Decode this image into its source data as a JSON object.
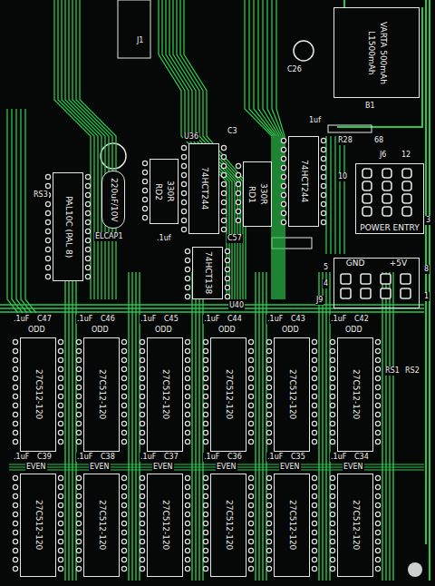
{
  "diagram": {
    "nodes": [
      {
        "text": [
          "L1500mAh",
          "VARTA 500mAh"
        ]
      },
      {
        "text": [
          "POWER ENTRY"
        ]
      },
      {
        "text": [
          "GND",
          "+5V"
        ]
      },
      {
        "text": [
          "74HCT244"
        ]
      },
      {
        "text": [
          "74HCT244"
        ]
      },
      {
        "text": [
          "RD2",
          "330R"
        ]
      },
      {
        "text": [
          "RD1",
          "330R"
        ]
      },
      {
        "text": [
          "74HCT138"
        ]
      },
      {
        "text": [
          "220uF/10V"
        ]
      },
      {
        "text": [
          "PAL10C (PAL 8)"
        ]
      },
      {
        "text": [
          "27C512-120"
        ]
      },
      {
        "text": [
          "27C512-120"
        ]
      },
      {
        "text": [
          "27C512-120"
        ]
      },
      {
        "text": [
          "27C512-120"
        ]
      },
      {
        "text": [
          "27C512-120"
        ]
      },
      {
        "text": [
          "27C512-120"
        ]
      },
      {
        "text": [
          "27C512-120"
        ]
      },
      {
        "text": [
          "27C512-120"
        ]
      },
      {
        "text": [
          "27C512-120"
        ]
      },
      {
        "text": [
          "27C512-120"
        ]
      },
      {
        "text": [
          "27C512-120"
        ]
      },
      {
        "text": [
          "27C512-120"
        ]
      }
    ],
    "labels": [
      "J1",
      "C26",
      "B1",
      "R28",
      "68",
      "1uf",
      "C3",
      "U36",
      "J6",
      "12",
      "10",
      "3",
      "C57",
      ".1uf",
      "ELCAP1",
      "RS3",
      "U40",
      "8",
      "1",
      "5",
      "4",
      "J9",
      ".1uF",
      "C47",
      "ODD",
      ".1uF",
      "C46",
      "ODD",
      ".1uF",
      "C45",
      "ODD",
      ".1uF",
      "C44",
      "ODD",
      ".1uF",
      "C43",
      "ODD",
      ".1uF",
      "C42",
      "ODD",
      ".1uF",
      "C39",
      "EVEN",
      ".1uF",
      "C38",
      "EVEN",
      ".1uF",
      "C37",
      "EVEN",
      ".1uF",
      "C36",
      "EVEN",
      ".1uF",
      "C35",
      "EVEN",
      ".1uF",
      "C34",
      "EVEN",
      "RS1",
      "RS2"
    ]
  }
}
